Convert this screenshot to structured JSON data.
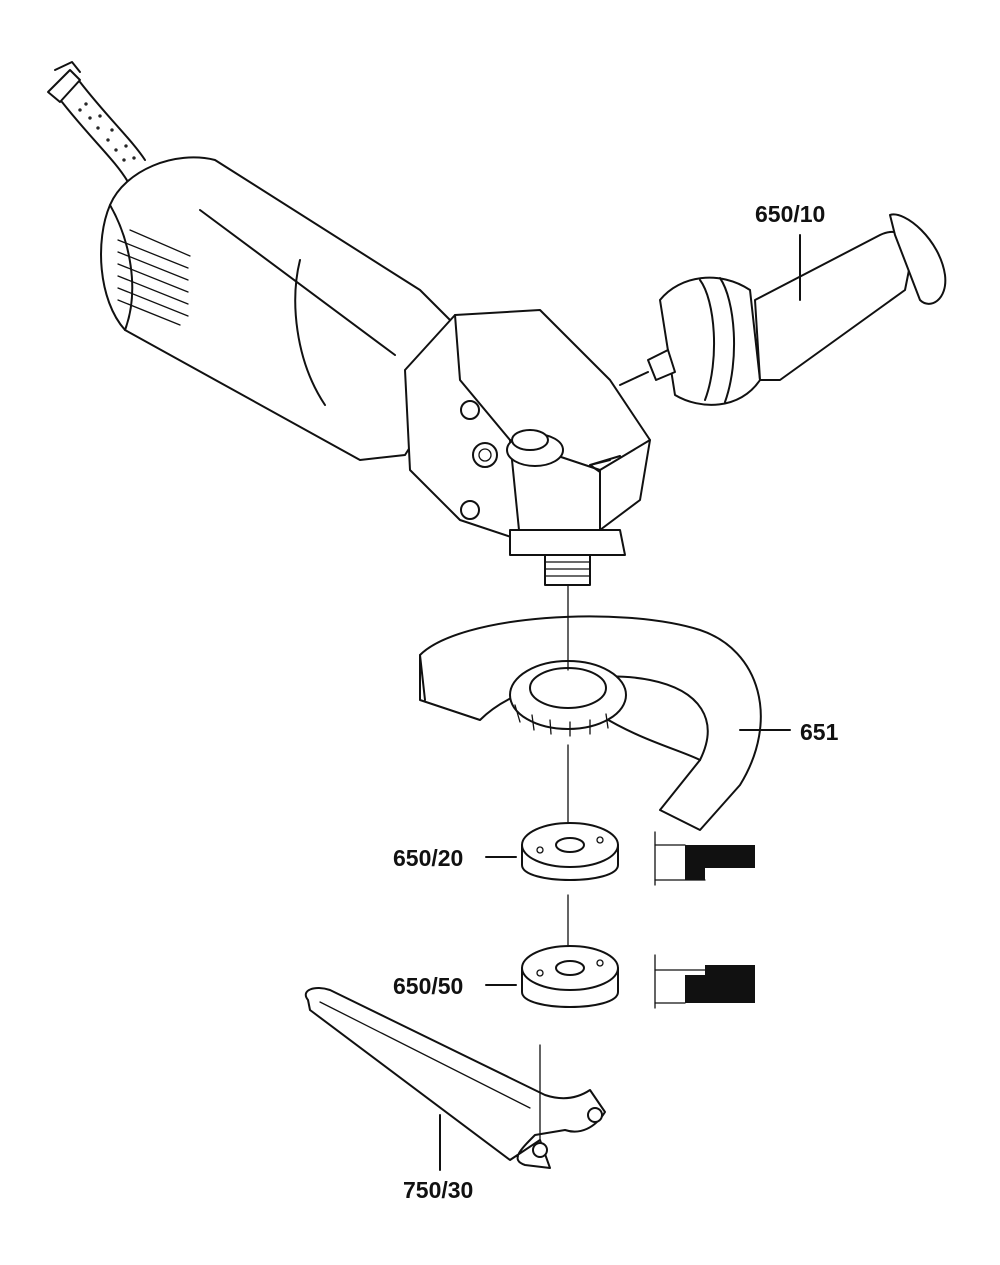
{
  "diagram": {
    "parts": [
      {
        "id": "650/10",
        "label": "650/10",
        "description": "auxiliary handle"
      },
      {
        "id": "651",
        "label": "651",
        "description": "wheel guard"
      },
      {
        "id": "650/20",
        "label": "650/20",
        "description": "mounting flange"
      },
      {
        "id": "650/50",
        "label": "650/50",
        "description": "clamping nut"
      },
      {
        "id": "750/30",
        "label": "750/30",
        "description": "spanner wrench"
      }
    ]
  }
}
